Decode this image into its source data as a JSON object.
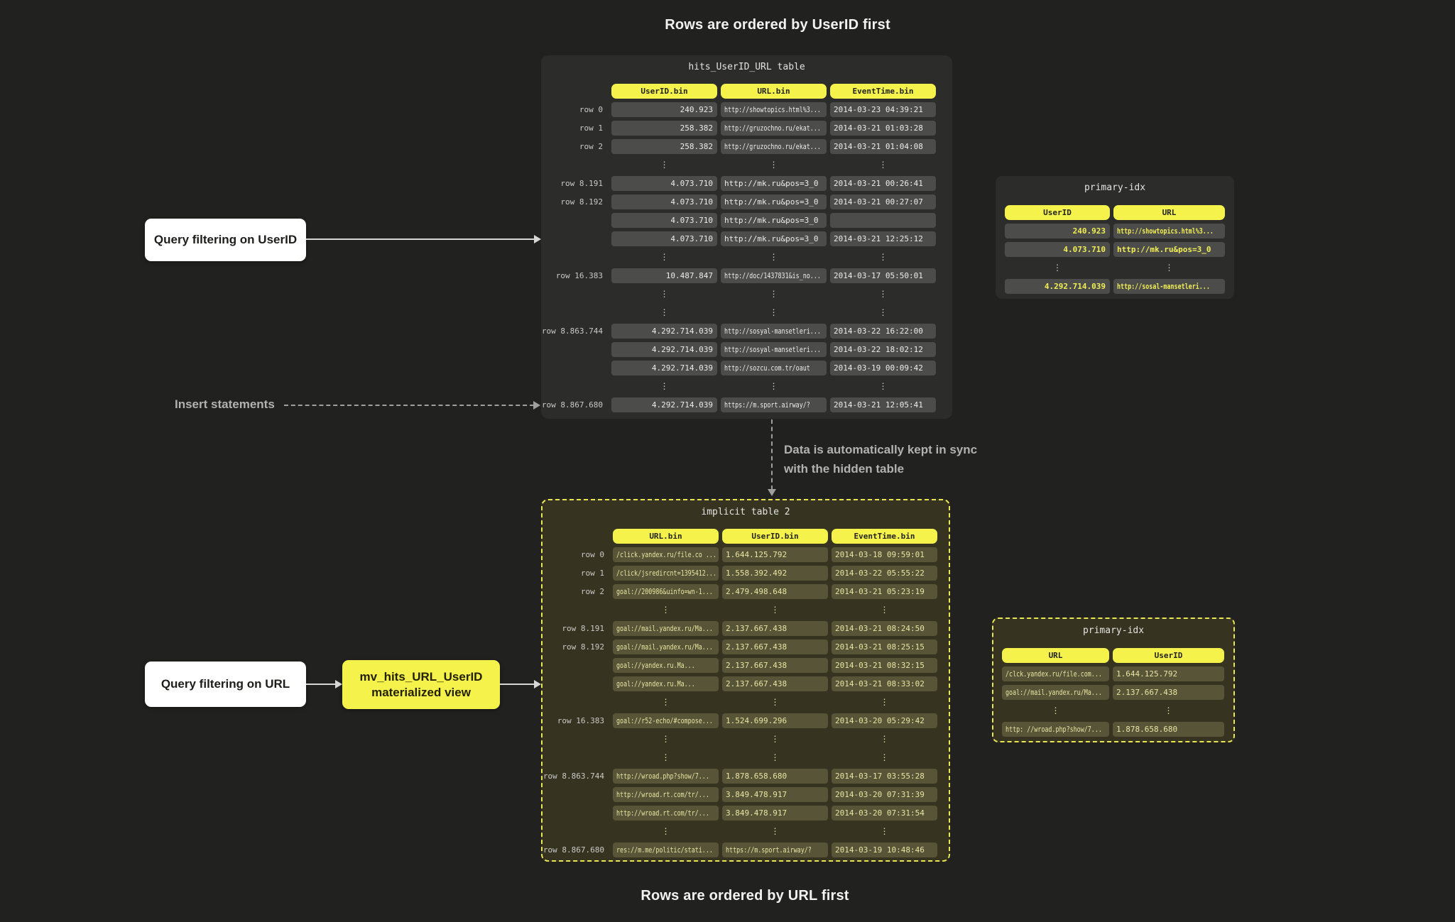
{
  "page": {
    "top_title": "Rows are ordered by UserID first",
    "bottom_title": "Rows are ordered by URL first"
  },
  "annotations": {
    "query_userid": "Query filtering on UserID",
    "query_url": "Query filtering on URL",
    "insert_statements": "Insert statements",
    "sync_line1": "Data is automatically kept in sync",
    "sync_line2": "with the hidden table",
    "mv_title": "mv_hits_URL_UserID",
    "mv_subtitle": "materialized view"
  },
  "glyphs": {
    "ellipsis": "⋮"
  },
  "colors": {
    "background": "#21211f",
    "accent_yellow": "#f5f24b",
    "dark_panel": "#2c2c2a",
    "olive_panel": "#363420",
    "cell_gray": "#4c4c4a",
    "cell_olive": "#575438",
    "dashed_border_yellow": "#eae754",
    "white_box": "#ffffff"
  },
  "tables": {
    "main": {
      "title": "hits_UserID_URL table",
      "headers": [
        "UserID.bin",
        "URL.bin",
        "EventTime.bin"
      ],
      "rows": [
        {
          "label": "row 0",
          "cells": [
            "240.923",
            "http://showtopics.html%3...",
            "2014-03-23 04:39:21"
          ]
        },
        {
          "label": "row 1",
          "cells": [
            "258.382",
            "http://gruzochno.ru/ekat...",
            "2014-03-21 01:03:28"
          ]
        },
        {
          "label": "row 2",
          "cells": [
            "258.382",
            "http://gruzochno.ru/ekat...",
            "2014-03-21 01:04:08"
          ]
        },
        {
          "ellipsis": true
        },
        {
          "label": "row 8.191",
          "cells": [
            "4.073.710",
            "http://mk.ru&pos=3_0",
            "2014-03-21 00:26:41"
          ]
        },
        {
          "label": "row 8.192",
          "cells": [
            "4.073.710",
            "http://mk.ru&pos=3_0",
            "2014-03-21 00:27:07"
          ]
        },
        {
          "label": "",
          "cells": [
            "4.073.710",
            "http://mk.ru&pos=3_0",
            ""
          ]
        },
        {
          "label": "",
          "cells": [
            "4.073.710",
            "http://mk.ru&pos=3_0",
            "2014-03-21 12:25:12"
          ]
        },
        {
          "ellipsis": true
        },
        {
          "label": "row 16.383",
          "cells": [
            "10.487.847",
            "http://doc/1437831&is_no...",
            "2014-03-17 05:50:01"
          ]
        },
        {
          "ellipsis": true
        },
        {
          "ellipsis": true
        },
        {
          "label": "row 8.863.744",
          "cells": [
            "4.292.714.039",
            "http://sosyal-mansetleri...",
            "2014-03-22 16:22:00"
          ]
        },
        {
          "label": "",
          "cells": [
            "4.292.714.039",
            "http://sosyal-mansetleri...",
            "2014-03-22 18:02:12"
          ]
        },
        {
          "label": "",
          "cells": [
            "4.292.714.039",
            "http://sozcu.com.tr/oaut",
            "2014-03-19 00:09:42"
          ]
        },
        {
          "ellipsis": true
        },
        {
          "label": "row 8.867.680",
          "cells": [
            "4.292.714.039",
            "https://m.sport.airway/?",
            "2014-03-21 12:05:41"
          ]
        }
      ]
    },
    "hidden": {
      "title": "implicit table 2",
      "headers": [
        "URL.bin",
        "UserID.bin",
        "EventTime.bin"
      ],
      "rows": [
        {
          "label": "row 0",
          "cells": [
            "/click.yandex.ru/file.co ...",
            "1.644.125.792",
            "2014-03-18 09:59:01"
          ]
        },
        {
          "label": "row 1",
          "cells": [
            "/click/jsredircnt=1395412...",
            "1.558.392.492",
            "2014-03-22 05:55:22"
          ]
        },
        {
          "label": "row 2",
          "cells": [
            "goal://200986&uinfo=wn-1...",
            "2.479.498.648",
            "2014-03-21 05:23:19"
          ]
        },
        {
          "ellipsis": true
        },
        {
          "label": "row 8.191",
          "cells": [
            "goal://mail.yandex.ru/Ma...",
            "2.137.667.438",
            "2014-03-21 08:24:50"
          ]
        },
        {
          "label": "row 8.192",
          "cells": [
            "goal://mail.yandex.ru/Ma...",
            "2.137.667.438",
            "2014-03-21 08:25:15"
          ]
        },
        {
          "label": "",
          "cells": [
            "goal://yandex.ru.Ma...",
            "2.137.667.438",
            "2014-03-21 08:32:15"
          ]
        },
        {
          "label": "",
          "cells": [
            "goal://yandex.ru.Ma...",
            "2.137.667.438",
            "2014-03-21 08:33:02"
          ]
        },
        {
          "ellipsis": true
        },
        {
          "label": "row 16.383",
          "cells": [
            "goal://r52-echo/#compose...",
            "1.524.699.296",
            "2014-03-20 05:29:42"
          ]
        },
        {
          "ellipsis": true
        },
        {
          "ellipsis": true
        },
        {
          "label": "row 8.863.744",
          "cells": [
            "http://wroad.php?show/7...",
            "1.878.658.680",
            "2014-03-17 03:55:28"
          ]
        },
        {
          "label": "",
          "cells": [
            "http://wroad.rt.com/tr/...",
            "3.849.478.917",
            "2014-03-20 07:31:39"
          ]
        },
        {
          "label": "",
          "cells": [
            "http://wroad.rt.com/tr/...",
            "3.849.478.917",
            "2014-03-20 07:31:54"
          ]
        },
        {
          "ellipsis": true
        },
        {
          "label": "row 8.867.680",
          "cells": [
            "res://m.me/politic/stati...",
            "https://m.sport.airway/?",
            "2014-03-19 10:48:46"
          ]
        }
      ]
    },
    "pidx_top": {
      "title": "primary-idx",
      "headers": [
        "UserID",
        "URL"
      ],
      "rows": [
        {
          "cells": [
            "240.923",
            "http://showtopics.html%3..."
          ]
        },
        {
          "cells": [
            "4.073.710",
            "http://mk.ru&pos=3_0"
          ]
        },
        {
          "ellipsis": true
        },
        {
          "cells": [
            "4.292.714.039",
            "http://sosal-mansetleri..."
          ]
        }
      ]
    },
    "pidx_bottom": {
      "title": "primary-idx",
      "headers": [
        "URL",
        "UserID"
      ],
      "rows": [
        {
          "cells": [
            "/clck.yandex.ru/file.com...",
            "1.644.125.792"
          ]
        },
        {
          "cells": [
            "goal://mail.yandex.ru/Ma...",
            "2.137.667.438"
          ]
        },
        {
          "ellipsis": true
        },
        {
          "cells": [
            "http: //wroad.php?show/7...",
            "1.878.658.680"
          ]
        }
      ]
    }
  }
}
